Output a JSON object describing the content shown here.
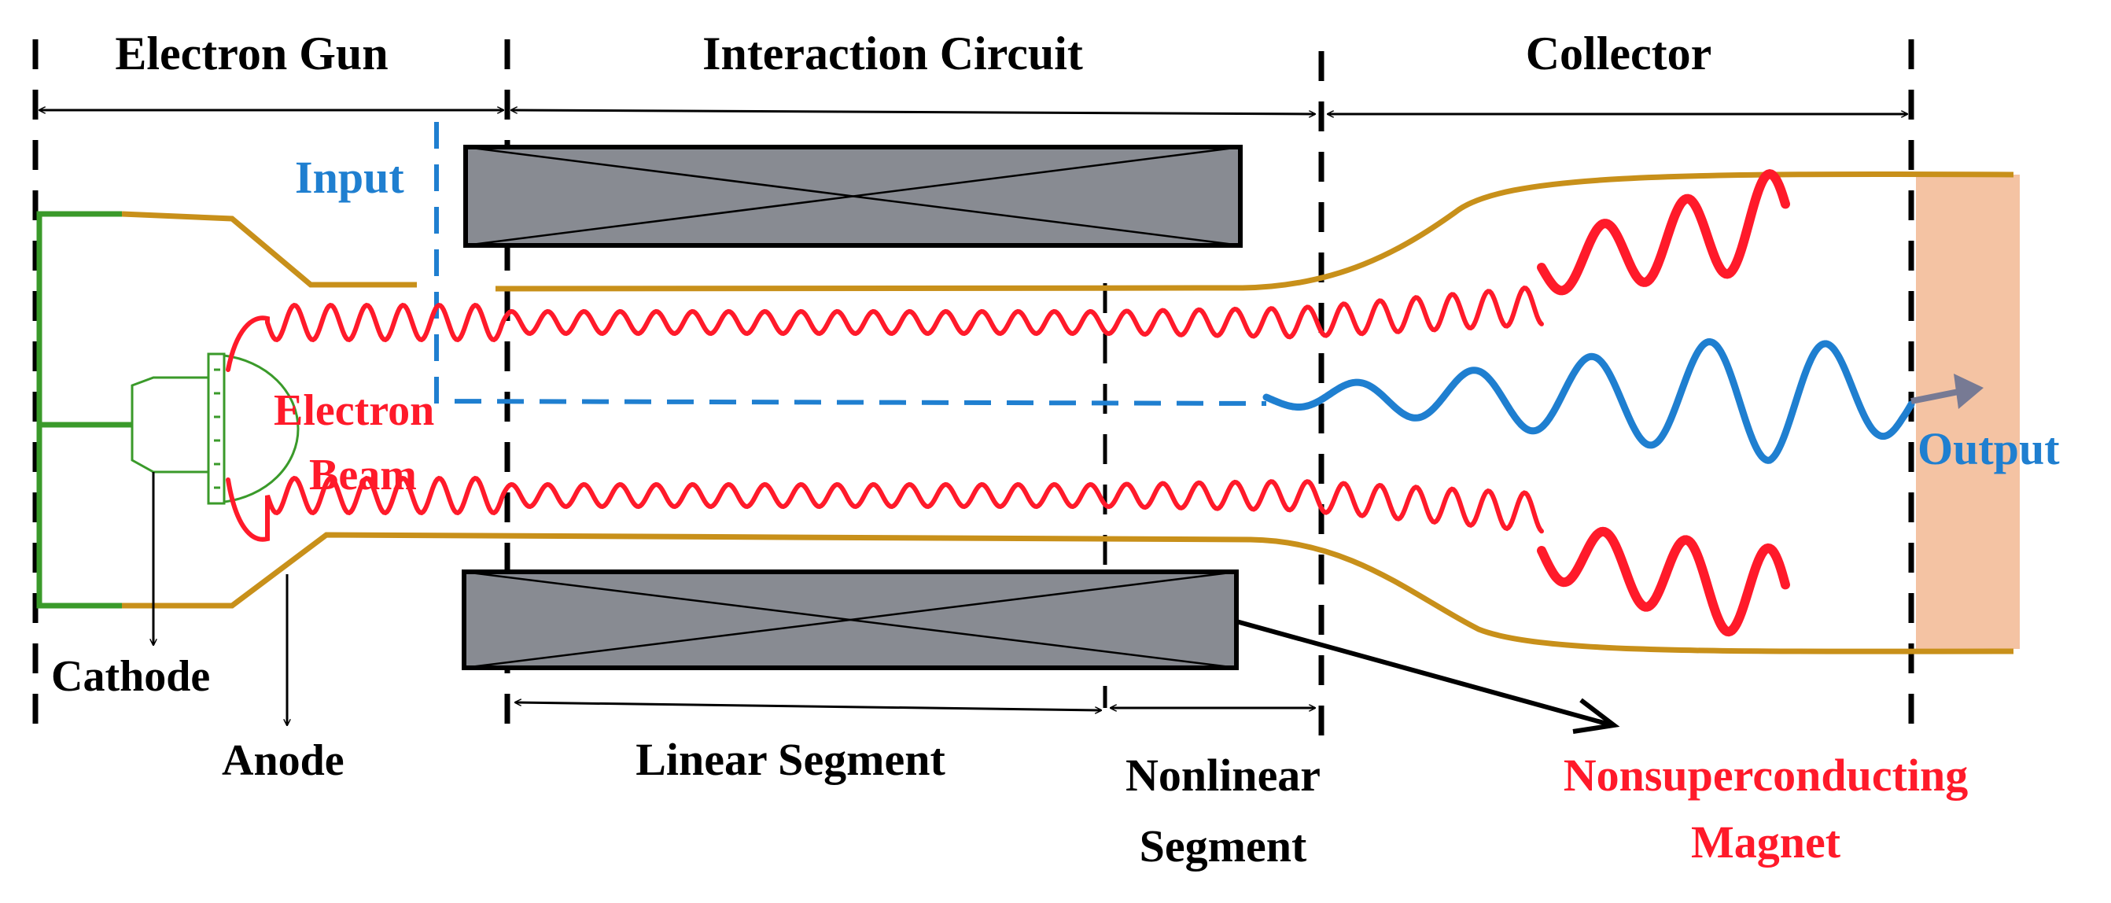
{
  "sections": {
    "electron_gun": "Electron Gun",
    "interaction_circuit": "Interaction Circuit",
    "collector": "Collector"
  },
  "labels": {
    "input": "Input",
    "output": "Output",
    "electron_beam_line1": "Electron",
    "electron_beam_line2": "Beam",
    "cathode": "Cathode",
    "anode": "Anode",
    "linear_segment": "Linear Segment",
    "nonlinear_segment_line1": "Nonlinear",
    "nonlinear_segment_line2": "Segment",
    "magnet_line1": "Nonsuperconducting",
    "magnet_line2": "Magnet"
  },
  "colors": {
    "beam": "#ff1a2a",
    "signal": "#1f7fd0",
    "wall": "#c8901a",
    "cathode_circuit": "#3a9a2a",
    "magnet_fill": "#888b92",
    "output_window": "#f4c3a3",
    "text": "#000000"
  }
}
